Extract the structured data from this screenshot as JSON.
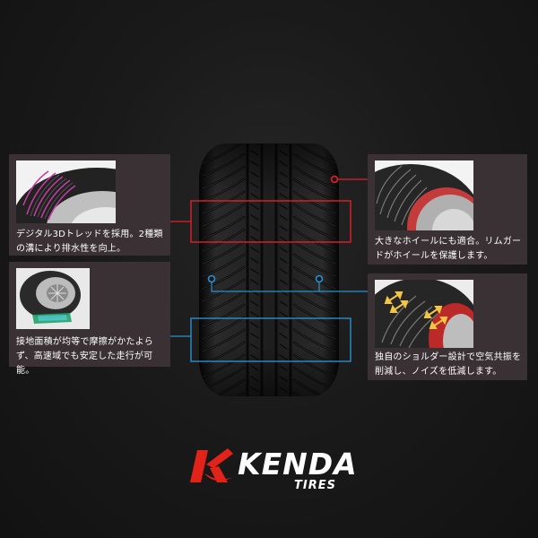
{
  "colors": {
    "background": "#161616",
    "panel": "#3a3134",
    "highlight_red": "#e0202a",
    "highlight_blue": "#2b8fd0",
    "brand_red": "#e2231a"
  },
  "features": [
    {
      "id": "tl",
      "caption": "デジタル3Dトレッドを採用。2種類の溝により排水性を向上。",
      "accent": "red"
    },
    {
      "id": "bl",
      "caption": "接地面積が均等で摩擦がかたよらず、高速域でも安定した走行が可能。",
      "accent": "blue"
    },
    {
      "id": "tr",
      "caption": "大きなホイールにも適合。リムガードがホイールを保護します。",
      "accent": "red"
    },
    {
      "id": "br",
      "caption": "独自のショルダー設計で空気共振を削減し、ノイズを低減します。",
      "accent": "blue"
    }
  ],
  "brand": {
    "name": "KENDA",
    "sub": "TIRES",
    "logo_icon": "kenda-k-icon"
  }
}
